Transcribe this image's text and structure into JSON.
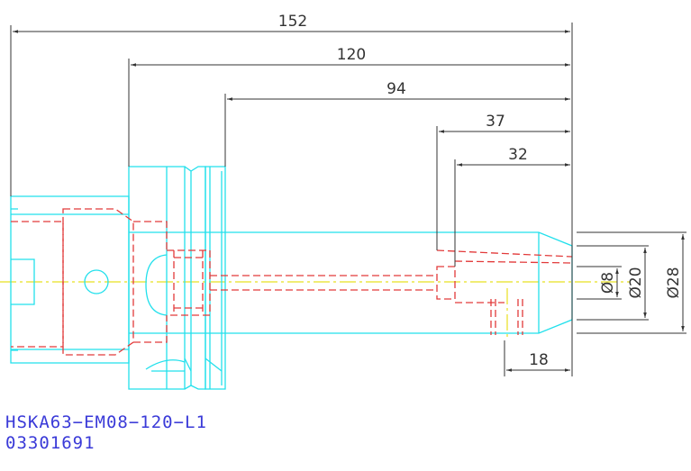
{
  "title_block": {
    "part_code": "HSKA63−EM08−120−L1",
    "part_number": "03301691"
  },
  "dimensions": {
    "overall_length": "152",
    "body_length": "120",
    "flange_to_nose": "94",
    "bore_depth": "37",
    "bore_taper": "32",
    "nose_length": "18",
    "dia_bore": "Ø8",
    "dia_nose": "Ø20",
    "dia_body": "Ø28"
  },
  "colors": {
    "outline": "#22e0ec",
    "hidden": "#e23a3a",
    "centerline": "#e8e020",
    "dimension": "#333333",
    "caption": "#3a3ad8"
  }
}
